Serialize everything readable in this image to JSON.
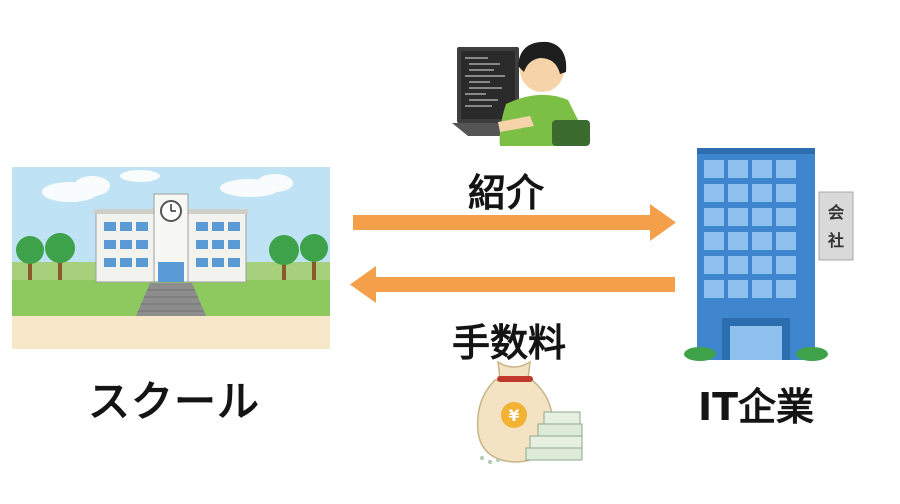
{
  "school": {
    "label": "スクール",
    "icon": "school-building-icon"
  },
  "company": {
    "label": "IT企業",
    "icon": "office-building-icon",
    "sign_text": "会社"
  },
  "arrows": {
    "intro_label": "紹介",
    "fee_label": "手数料",
    "color": "#F4A04A"
  },
  "icons": {
    "programmer": "programmer-at-laptop-icon",
    "money": "yen-money-bag-icon"
  },
  "yen_symbol": "¥",
  "colors": {
    "sky": "#BFE3F4",
    "grass": "#8DC95E",
    "ground": "#F6E7C8",
    "building_blue": "#3F86CF",
    "text": "#141414"
  }
}
